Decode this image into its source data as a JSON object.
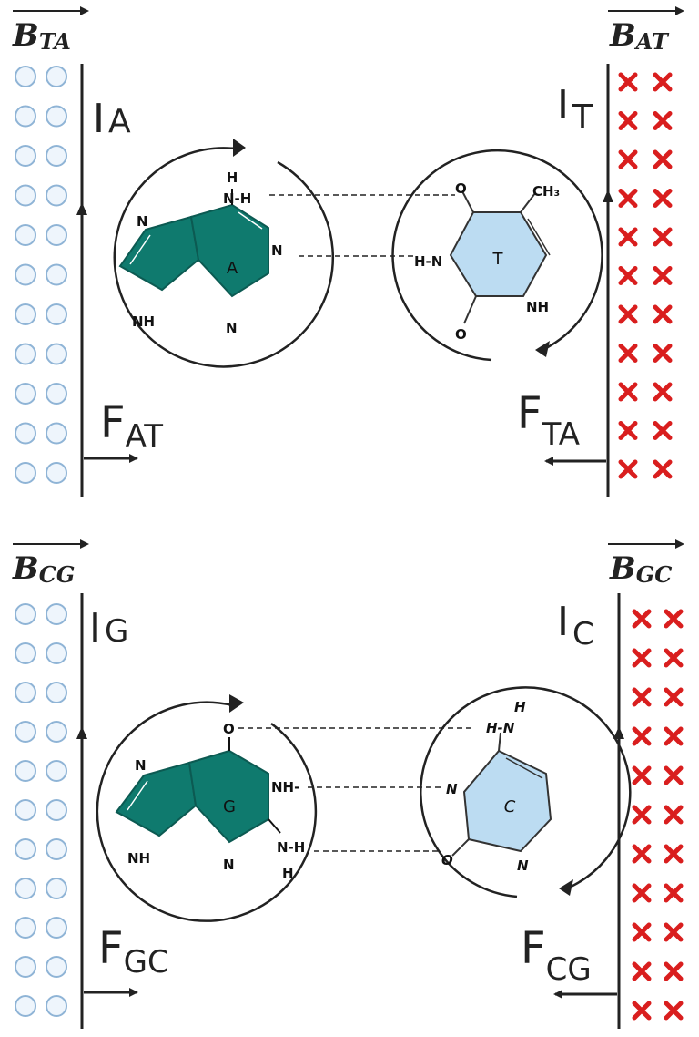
{
  "panels": [
    {
      "field_left": {
        "symbol": "B",
        "sub": "TA"
      },
      "field_right": {
        "symbol": "B",
        "sub": "AT"
      },
      "current_left": {
        "symbol": "I",
        "sub": "A"
      },
      "current_right": {
        "symbol": "I",
        "sub": "T"
      },
      "force_left": {
        "symbol": "F",
        "sub": "AT"
      },
      "force_right": {
        "symbol": "F",
        "sub": "TA"
      },
      "purine": {
        "ring_label": "A",
        "atom_h_top": "H",
        "atom_nh_top": "N-H",
        "atom_n_left": "N",
        "atom_n_right": "N",
        "atom_nh_bottom": "NH",
        "atom_n_bottom": "N"
      },
      "pyrimidine": {
        "ring_label": "T",
        "atom_o_top": "O",
        "atom_ch3": "CH₃",
        "atom_hn": "H-N",
        "atom_nh": "NH",
        "atom_o_bottom": "O"
      }
    },
    {
      "field_left": {
        "symbol": "B",
        "sub": "CG"
      },
      "field_right": {
        "symbol": "B",
        "sub": "GC"
      },
      "current_left": {
        "symbol": "I",
        "sub": "G"
      },
      "current_right": {
        "symbol": "I",
        "sub": "C"
      },
      "force_left": {
        "symbol": "F",
        "sub": "GC"
      },
      "force_right": {
        "symbol": "F",
        "sub": "CG"
      },
      "purine": {
        "ring_label": "G",
        "atom_o_top": "O",
        "atom_n_left": "N",
        "atom_nh_right": "NH-",
        "atom_nh_bottom": "NH",
        "atom_n_bottom": "N",
        "atom_nh2": "N-H",
        "atom_h": "H"
      },
      "pyrimidine": {
        "ring_label": "C",
        "atom_h_top": "H",
        "atom_hn": "H-N",
        "atom_n_left": "N",
        "atom_o_bottom": "O",
        "atom_n_bottom": "N"
      }
    }
  ],
  "colors": {
    "purine_fill": "#0f7a6e",
    "pyrimidine_fill": "#bcdcf2",
    "wire": "#333333",
    "circle_marker": "#8fb4d6",
    "cross_marker": "#d91e1e"
  }
}
